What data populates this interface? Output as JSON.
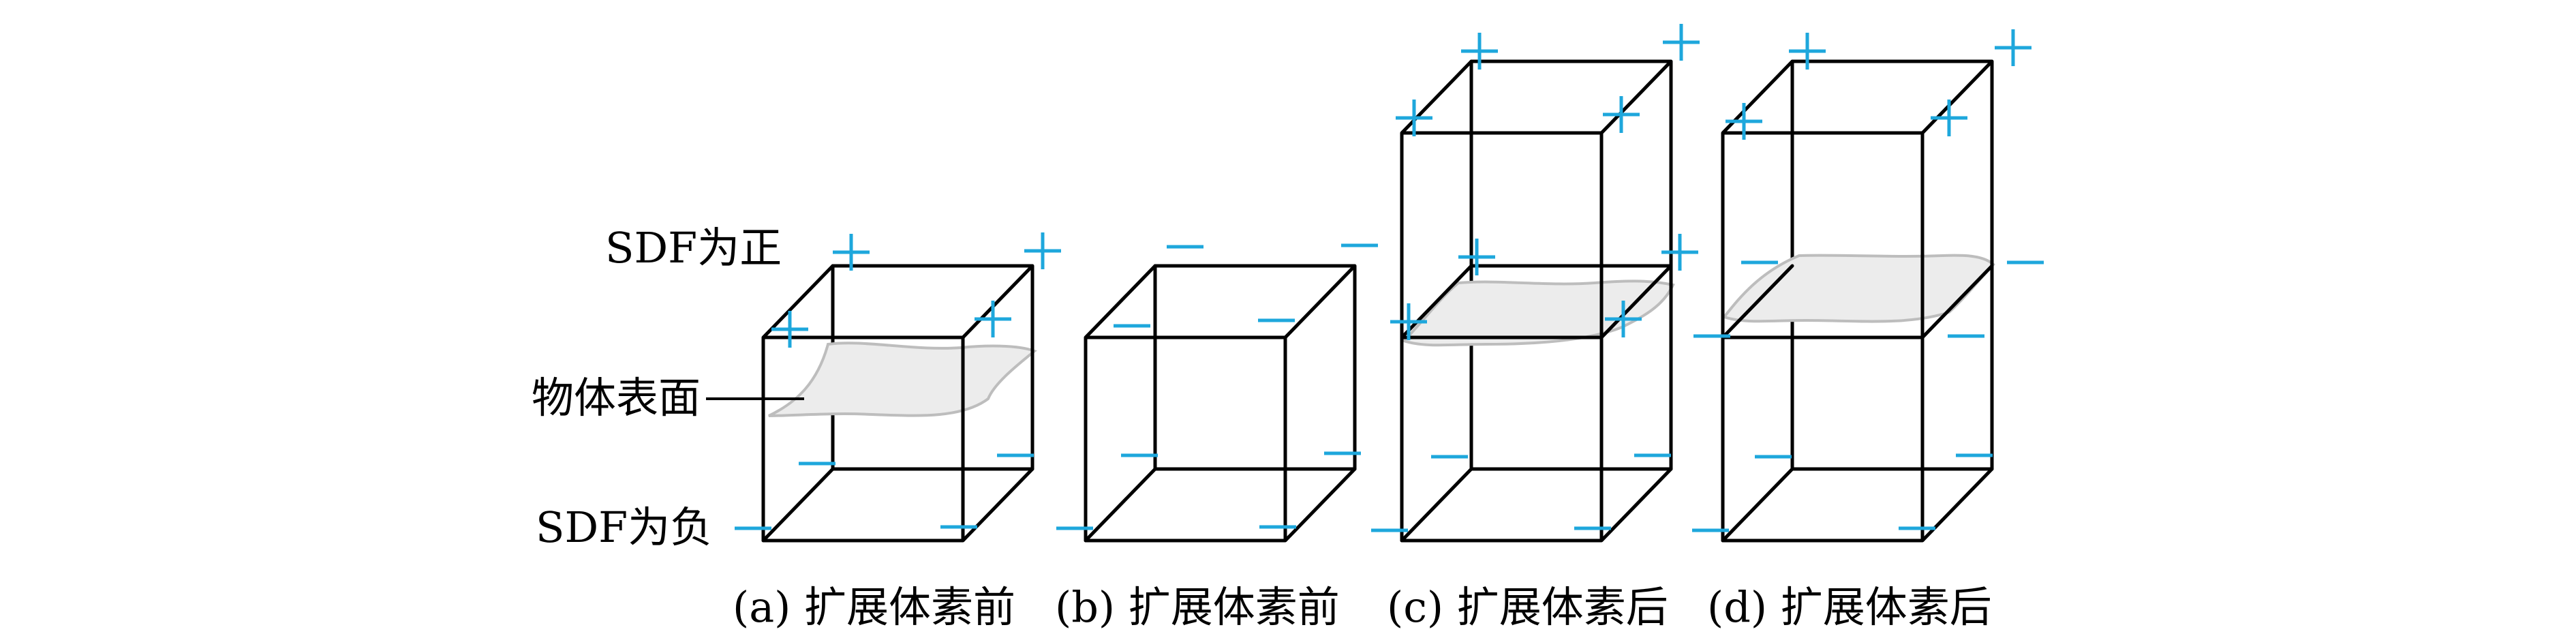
{
  "labels": {
    "sdf_positive": "SDF为正",
    "object_surface": "物体表面",
    "sdf_negative": "SDF为负"
  },
  "captions": [
    "(a) 扩展体素前",
    "(b) 扩展体素前",
    "(c) 扩展体素后",
    "(d) 扩展体素后"
  ],
  "colors": {
    "edge": "#000000",
    "sign": "#1ea7dc",
    "surface_fill": "#ececec",
    "surface_stroke": "#bdbdbd"
  }
}
